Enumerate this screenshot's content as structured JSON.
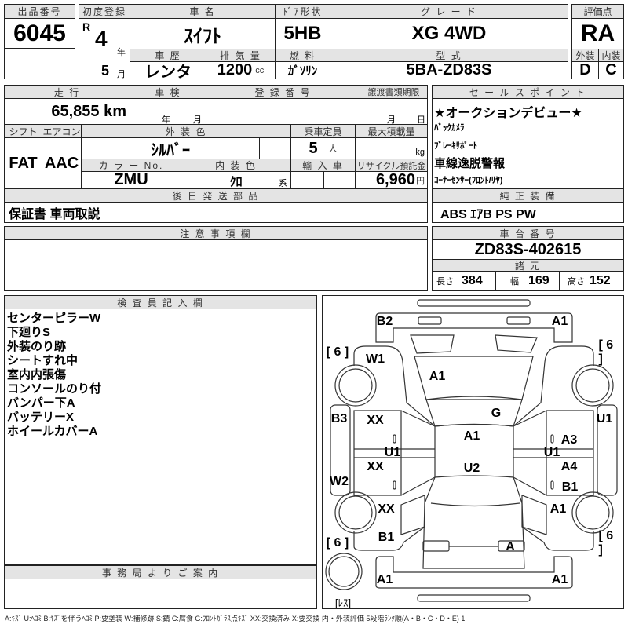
{
  "lot": {
    "label": "出品番号",
    "value": "6045"
  },
  "first_reg": {
    "label": "初度登録",
    "era": "R",
    "year": "4",
    "year_unit": "年",
    "month": "5",
    "month_unit": "月"
  },
  "car_name": {
    "label": "車 名",
    "value": "ｽｲﾌﾄ"
  },
  "door": {
    "label": "ﾄﾞｱ形状",
    "value": "5HB"
  },
  "grade": {
    "label": "グ レ ー ド",
    "value": "XG 4WD"
  },
  "score": {
    "label": "評価点",
    "value": "RA",
    "ext_label": "外装",
    "int_label": "内装",
    "ext": "D",
    "int": "C"
  },
  "history": {
    "label": "車 歴",
    "value": "レンタ"
  },
  "displacement": {
    "label": "排 気 量",
    "value": "1200",
    "unit": "cc"
  },
  "fuel": {
    "label": "燃 料",
    "value": "ｶﾞｿﾘﾝ"
  },
  "model": {
    "label": "型 式",
    "value": "5BA-ZD83S"
  },
  "mileage": {
    "label": "走 行",
    "value": "65,855 km"
  },
  "inspection": {
    "label": "車 検",
    "year_unit": "年",
    "month_unit": "月"
  },
  "reg_no": {
    "label": "登 録 番 号"
  },
  "doc_deadline": {
    "label": "譲渡書類期限",
    "month_unit": "月",
    "day_unit": "日"
  },
  "shift": {
    "label": "シフト",
    "value": "FAT"
  },
  "ac": {
    "label": "エアコン",
    "value": "AAC"
  },
  "ext_color": {
    "label": "外 装 色",
    "value": "ｼﾙﾊﾞｰ"
  },
  "capacity": {
    "label": "乗車定員",
    "value": "5",
    "unit": "人"
  },
  "max_load": {
    "label": "最大積載量",
    "unit": "kg"
  },
  "color_no": {
    "label": "カ ラ ー No.",
    "value": "ZMU"
  },
  "int_color": {
    "label": "内 装 色",
    "value": "ｸﾛ",
    "unit": "系"
  },
  "import": {
    "label": "輸 入 車"
  },
  "recycle": {
    "label": "リサイクル預託金",
    "value": "6,960",
    "unit": "円"
  },
  "later_parts": {
    "label": "後 日 発 送 部 品",
    "value": "保証書 車両取説"
  },
  "sales_points": {
    "label": "セ ー ル ス ポ イ ン ト",
    "items": [
      "★オークションデビュー★",
      "ﾊﾞｯｸｶﾒﾗ",
      "ﾌﾞﾚｰｷｻﾎﾟｰﾄ",
      "車線逸脱警報",
      "ｺｰﾅｰｾﾝｻｰ(ﾌﾛﾝﾄ/ﾘﾔ)"
    ]
  },
  "equipment": {
    "label": "純 正 装 備",
    "value": "ABS ｴｱB PS PW"
  },
  "notes": {
    "label": "注 意 事 項 欄"
  },
  "chassis": {
    "label": "車 台 番 号",
    "value": "ZD83S-402615"
  },
  "specs": {
    "label": "諸 元",
    "length_label": "長さ",
    "length": "384",
    "width_label": "幅",
    "width": "169",
    "height_label": "高さ",
    "height": "152"
  },
  "inspector": {
    "label": "検 査 員 記 入 欄",
    "lines": [
      "センターピラーW",
      "下廻りS",
      "外装のり跡",
      "シートすれ中",
      "室内内張傷",
      "コンソールのり付",
      "バンパー下A",
      "バッテリーX",
      "ホイールカバーA"
    ]
  },
  "office": {
    "label": "事 務 局 よ り ご 案 内"
  },
  "diagram": {
    "marks": [
      "B2",
      "A1",
      "[ 6 ]",
      "W1",
      "A1",
      "[ 6 ]",
      "G",
      "B3",
      "XX",
      "U1",
      "A1",
      "A3",
      "U1",
      "U1",
      "XX",
      "U2",
      "A4",
      "W2",
      "B1",
      "XX",
      "A1",
      "B1",
      "A",
      "[ 6 ]",
      "[ 6 ]",
      "A1",
      "A1",
      "[ﾚｽ]"
    ]
  },
  "legend": "A:ｷｽﾞ U:ﾍｺﾐ B:ｷｽﾞを伴うﾍｺﾐ P:要塗装 W:補修跡 S:錆 C:腐食 G:ﾌﾛﾝﾄｶﾞﾗｽ点ｷｽﾞ XX:交換済み X:要交換 内・外装評価 5段階ﾗﾝｸ順(A・B・C・D・E) 1"
}
